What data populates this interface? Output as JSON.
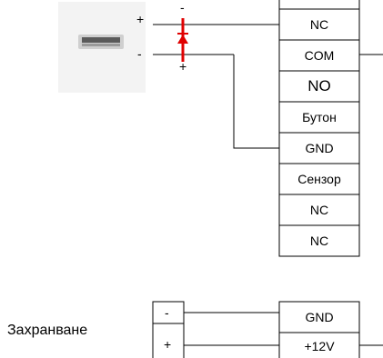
{
  "terminal_block_top": {
    "terminals": [
      "NC",
      "COM",
      "NO",
      "Бутон",
      "GND",
      "Сензор",
      "NC",
      "NC"
    ]
  },
  "lock": {
    "wire_top_sign": "+",
    "wire_bottom_sign": "-",
    "diode_top_sign": "-",
    "diode_bottom_sign": "+",
    "diode_color": "#e00000"
  },
  "power": {
    "label": "Захранване",
    "source_terminals": [
      "-",
      "+"
    ],
    "terminals": [
      "GND",
      "+12V"
    ]
  }
}
